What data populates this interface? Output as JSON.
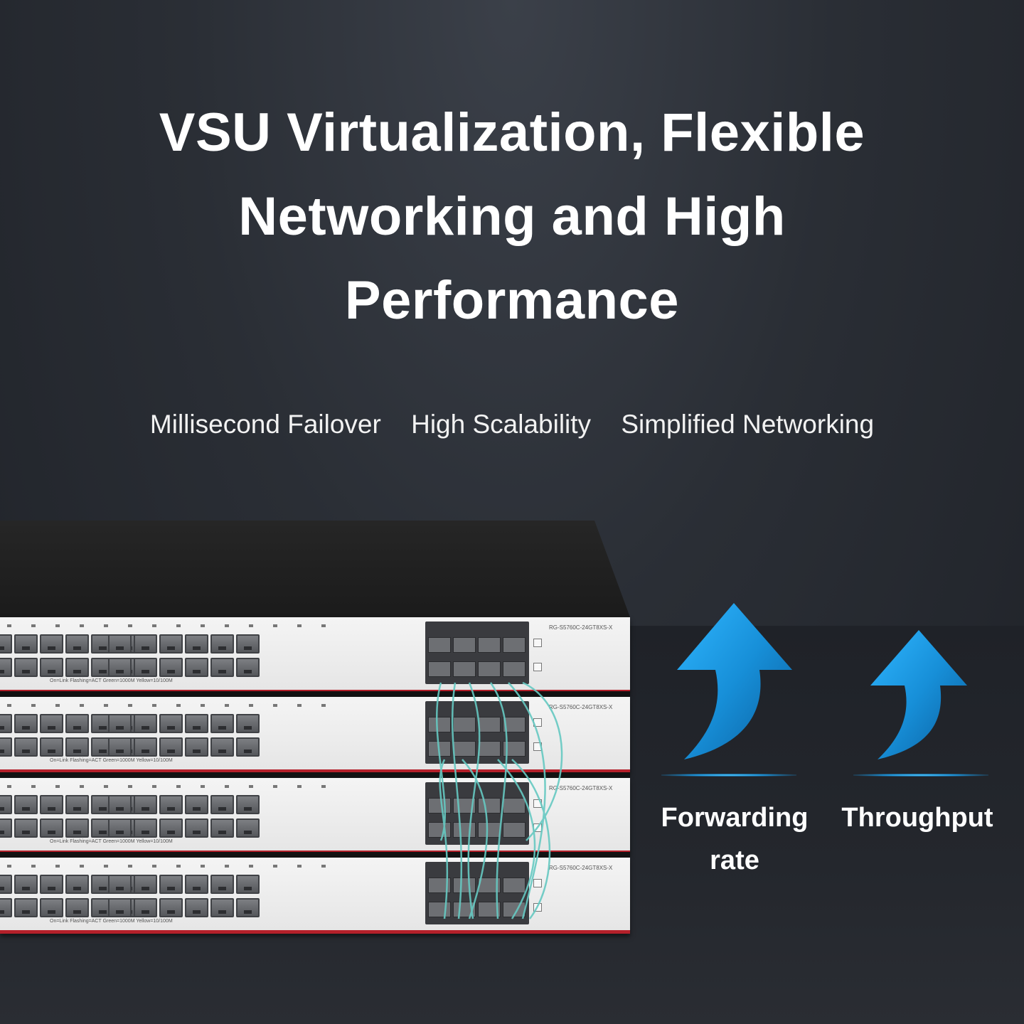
{
  "headline": {
    "line1": "VSU Virtualization, Flexible",
    "line2": "Networking and High",
    "line3": "Performance"
  },
  "features": [
    "Millisecond Failover",
    "High Scalability",
    "Simplified Networking"
  ],
  "switch": {
    "model_label": "RG-S5760C-24GT8XS-X",
    "legend_text": "On=Link  Flashing=ACT  Green=1000M  Yellow=10/100M",
    "units": 4
  },
  "metrics": {
    "forwarding_line1": "Forwarding",
    "forwarding_line2": "rate",
    "throughput": "Throughput"
  },
  "colors": {
    "accent_blue": "#1a9be6",
    "fiber": "#66c9c2",
    "switch_stripe": "#b4202a"
  },
  "icons": [
    "up-arrow-icon",
    "up-arrow-icon"
  ]
}
